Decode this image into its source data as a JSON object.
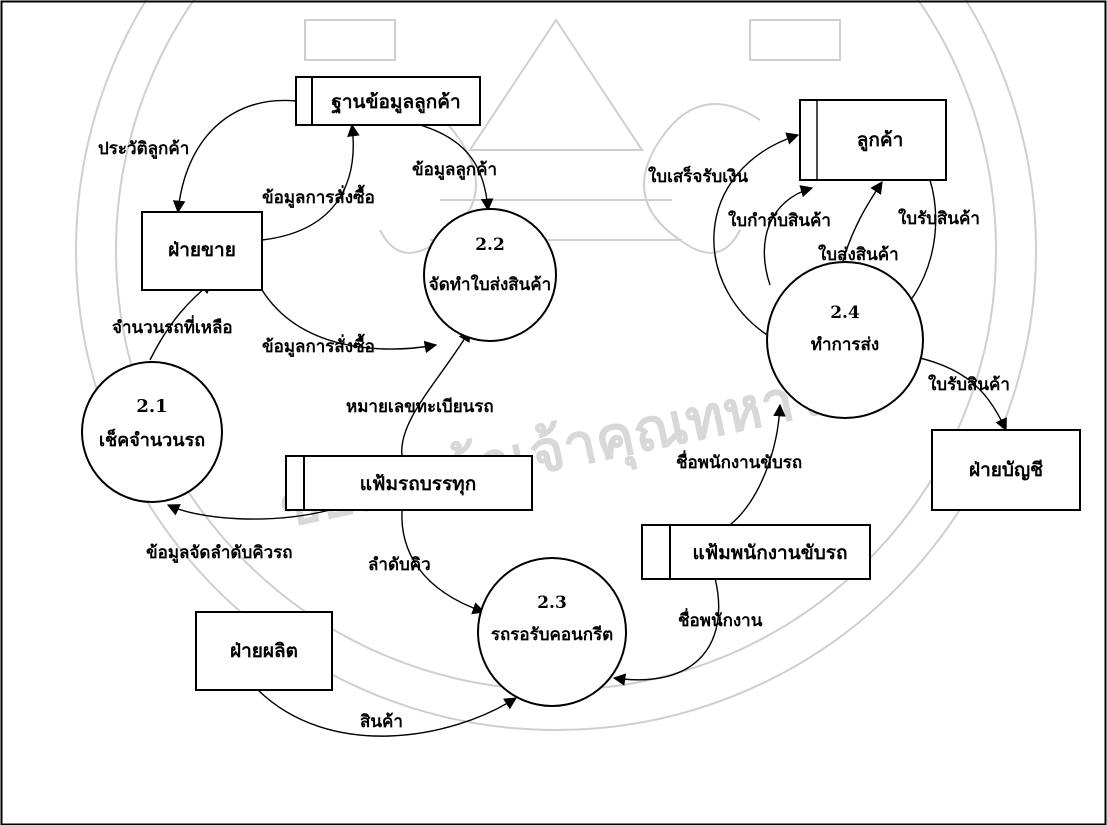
{
  "entities": {
    "sales": "ฝ่ายขาย",
    "customer": "ลูกค้า",
    "accounting": "ฝ่ายบัญชี",
    "production": "ฝ่ายผลิต"
  },
  "datastores": {
    "customer_db": "ฐานข้อมูลลูกค้า",
    "truck_file": "แฟ้มรถบรรทุก",
    "driver_file": "แฟ้มพนักงานขับรถ"
  },
  "processes": {
    "p21": {
      "num": "2.1",
      "name": "เช็คจำนวนรถ"
    },
    "p22": {
      "num": "2.2",
      "name": "จัดทำใบส่งสินค้า"
    },
    "p23": {
      "num": "2.3",
      "name": "รถรอรับคอนกรีต"
    },
    "p24": {
      "num": "2.4",
      "name": "ทำการส่ง"
    }
  },
  "flows": {
    "customer_history": "ประวัติลูกค้า",
    "order_info_top": "ข้อมูลการสั่งซื้อ",
    "customer_info": "ข้อมูลลูกค้า",
    "remaining_trucks": "จำนวนรถที่เหลือ",
    "order_info_mid": "ข้อมูลการสั่งซื้อ",
    "license_plate": "หมายเลขทะเบียนรถ",
    "queue_info": "ข้อมูลจัดลำดับคิวรถ",
    "queue": "ลำดับคิว",
    "goods": "สินค้า",
    "driver_name": "ชื่อพนักงาน",
    "driver_name_full": "ชื่อพนักงานขับรถ",
    "receipt": "ใบเสร็จรับเงิน",
    "invoice": "ใบกำกับสินค้า",
    "delivery_note": "ใบส่งสินค้า",
    "goods_receipt_1": "ใบรับสินค้า",
    "goods_receipt_2": "ใบรับสินค้า"
  },
  "watermark": {
    "text": "ข้อมเกล้าเจ้าคุณทหาร"
  }
}
